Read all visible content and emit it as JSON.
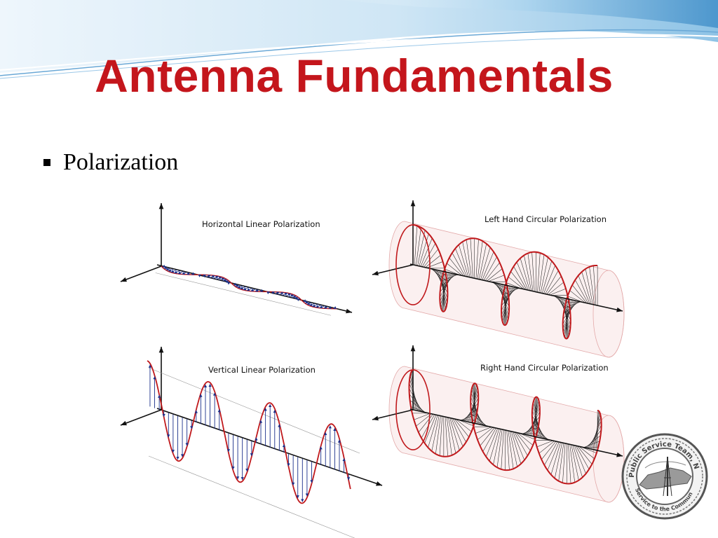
{
  "slide": {
    "title": "Antenna Fundamentals",
    "title_color": "#c4161c",
    "bullets": [
      {
        "text": "Polarization"
      }
    ]
  },
  "figure": {
    "panels": [
      {
        "label": "Horizontal Linear Polarization",
        "type": "linear",
        "orientation": "horizontal"
      },
      {
        "label": "Left Hand Circular Polarization",
        "type": "circular",
        "handedness": "left"
      },
      {
        "label": "Vertical Linear Polarization",
        "type": "linear",
        "orientation": "vertical"
      },
      {
        "label": "Right Hand Circular Polarization",
        "type": "circular",
        "handedness": "right"
      }
    ],
    "wave_color": "#c0191c",
    "arrow_color": "#1a2f8a",
    "cylinder_color": "#f4d4d4"
  },
  "logo": {
    "name": "seal-logo",
    "text": "Public Service Team, NHPD · Service to the Community"
  },
  "colors": {
    "swoosh_light": "#cfe6f5",
    "swoosh_dark": "#5a9fd0",
    "background": "#ffffff"
  }
}
